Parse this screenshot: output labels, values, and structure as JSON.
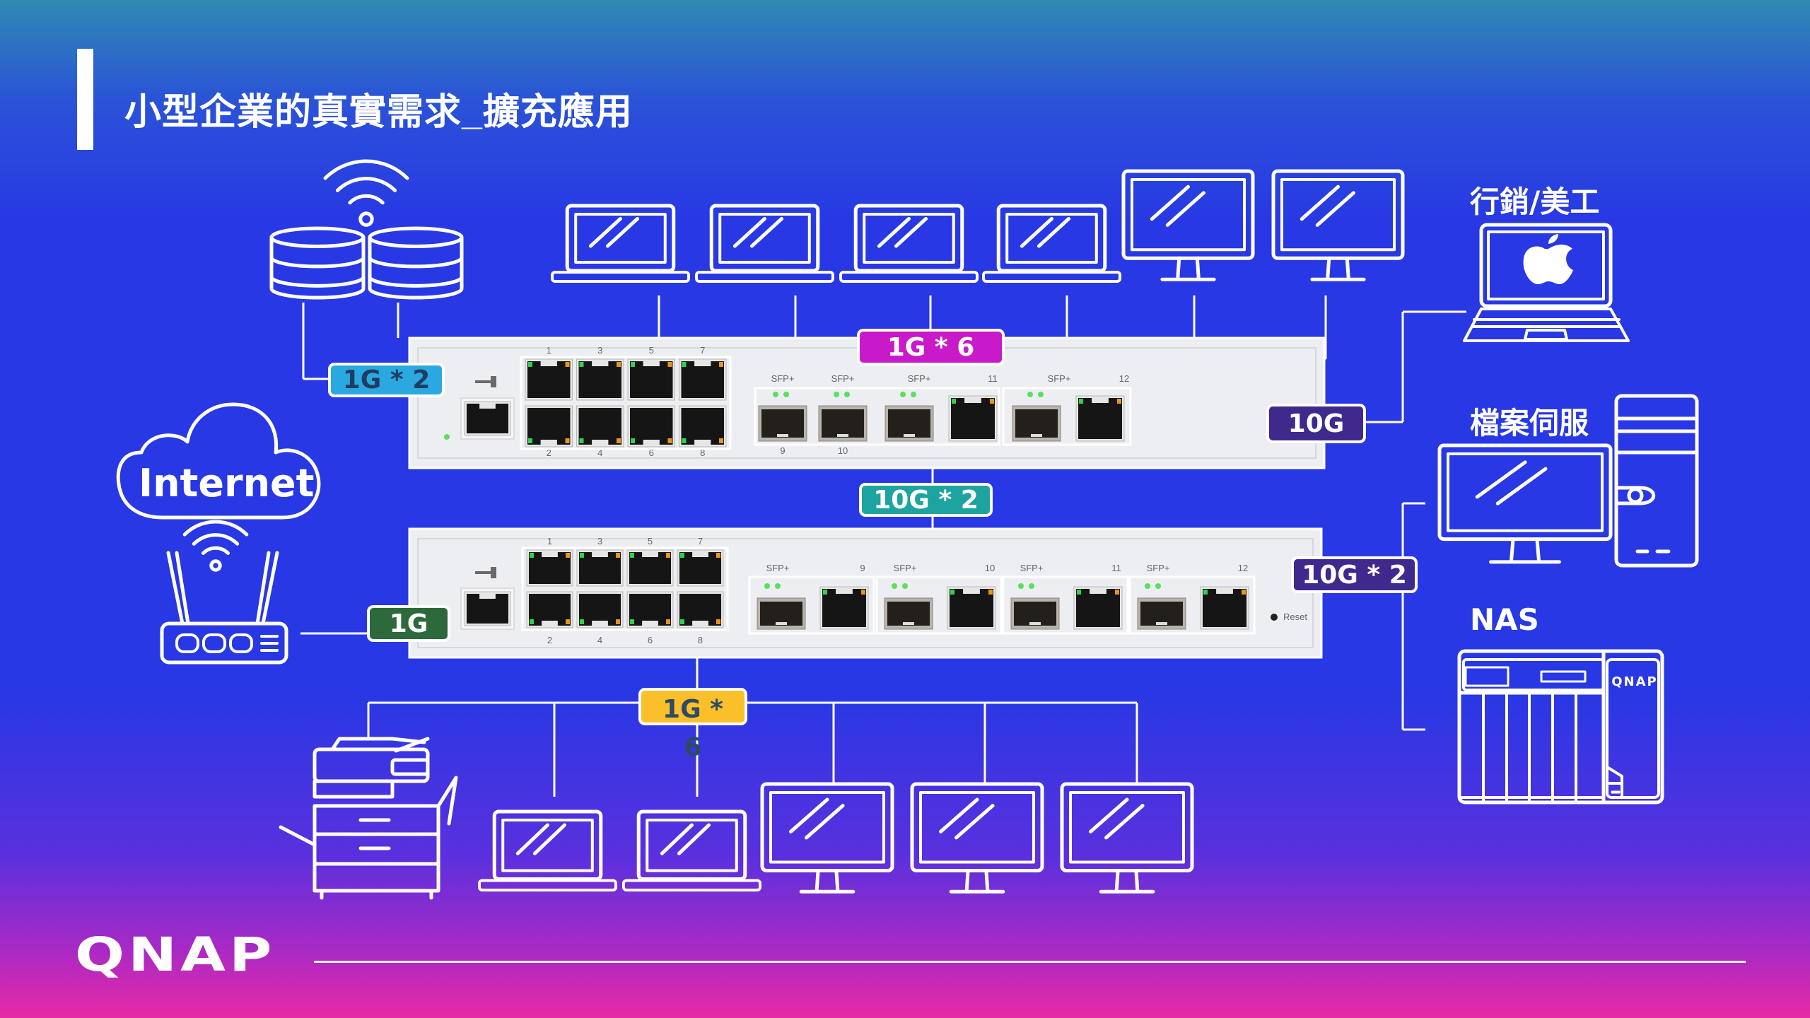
{
  "title": "小型企業的真實需求_擴充應用",
  "cloud": "Internet",
  "tags": {
    "up_1g_2": "1G * 2",
    "top_1g_6": "1G * 6",
    "uplink_10g": "10G",
    "mid_10g_2": "10G * 2",
    "right_10g_2": "10G * 2",
    "router_1g": "1G",
    "bottom_1g_6": "1G * 6"
  },
  "groups": {
    "marketing": "行銷/美工",
    "file_server": "檔案伺服",
    "nas": "NAS"
  },
  "nas_brand": "QNAP",
  "logo": "QNAP",
  "switch1": {
    "top_ports": [
      "1",
      "3",
      "5",
      "7"
    ],
    "bottom_ports": [
      "2",
      "4",
      "6",
      "8"
    ],
    "sfp_labels": [
      "SFP+",
      "SFP+",
      "SFP+",
      "SFP+"
    ],
    "port_nums": [
      "9",
      "10",
      "11",
      "12"
    ]
  },
  "switch2": {
    "top_ports": [
      "1",
      "3",
      "5",
      "7"
    ],
    "bottom_ports": [
      "2",
      "4",
      "6",
      "8"
    ],
    "sfp_labels": [
      "SFP+",
      "SFP+",
      "SFP+",
      "SFP+"
    ],
    "port_nums": [
      "9",
      "10",
      "11",
      "12"
    ],
    "reset": "Reset"
  },
  "colors": {
    "tag_blue": "#2aa8e0",
    "tag_magenta": "#c81ac8",
    "tag_purple": "#40298c",
    "tag_teal": "#1ea4a0",
    "tag_green": "#2d6a3b",
    "tag_yellow": "#fbbf2a"
  }
}
